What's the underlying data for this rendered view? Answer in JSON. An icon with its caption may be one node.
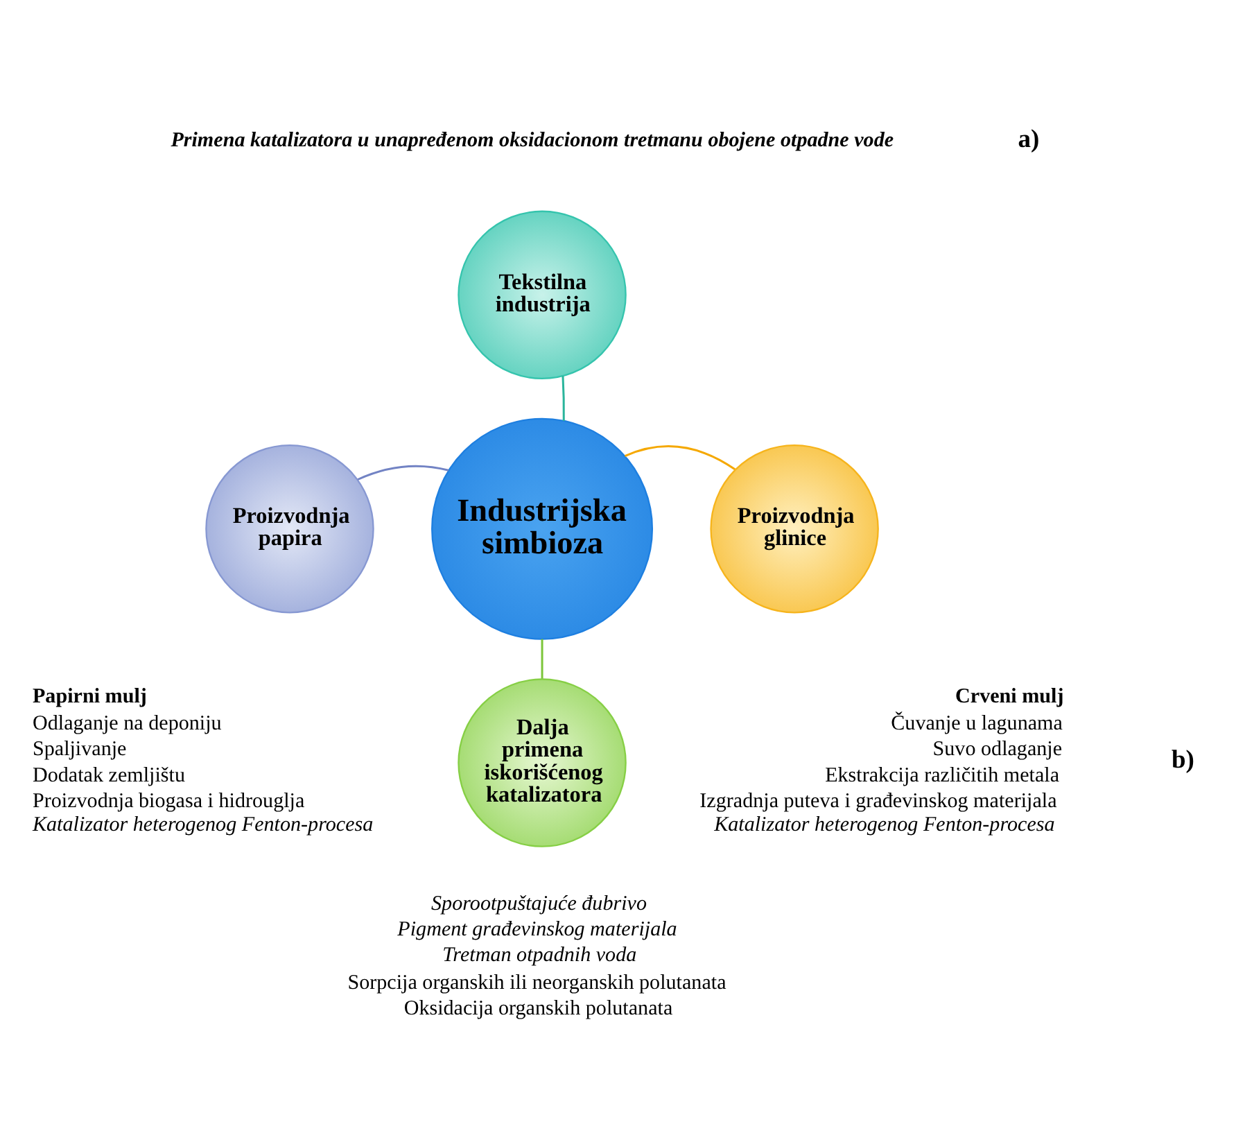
{
  "diagram": {
    "nodes": [
      {
        "text": [
          "Industrijska simbioza"
        ]
      },
      {
        "text": [
          "Tekstilna industrija"
        ],
        "beside": [
          "Primena katalizatora u unapređenom oksidacionom tretmanu obojene otpadne vode"
        ]
      },
      {
        "text": [
          "Proizvodnja papira"
        ],
        "beside": [
          "Papirni mulj",
          "Odlaganje na deponiju",
          "Spaljivanje",
          "Dodatak zemljištu",
          "Proizvodnja biogasa i hidrouglja",
          "Katalizator heterogenog Fenton-procesa"
        ]
      },
      {
        "text": [
          "Proizvodnja glinice"
        ],
        "beside": [
          "Crveni mulj",
          "Čuvanje u lagunama",
          "Suvo odlaganje",
          "Ekstrakcija različitih metala",
          "Izgradnja puteva i građevinskog materijala",
          "Katalizator heterogenog Fenton-procesa"
        ]
      },
      {
        "text": [
          "Dalja primena iskorišćenog katalizatora"
        ],
        "beside": [
          "Sporootpuštajuće đubrivo",
          "Pigment građevinskog materijala",
          "Tretman otpadnih voda",
          "Sorpcija organskih ili neorganskih polutanata",
          "Oksidacija organskih polutanata"
        ]
      }
    ],
    "edges": [
      {
        "from": 0,
        "to": 1,
        "arrow": "none",
        "color": "#2bb59c"
      },
      {
        "from": 0,
        "to": 2,
        "arrow": "none",
        "color": "#7283c4"
      },
      {
        "from": 0,
        "to": 3,
        "arrow": "none",
        "color": "#f5a800"
      },
      {
        "from": 0,
        "to": 4,
        "arrow": "none",
        "color": "#7cc63a"
      }
    ],
    "labels": [
      "a)",
      "b)"
    ]
  }
}
